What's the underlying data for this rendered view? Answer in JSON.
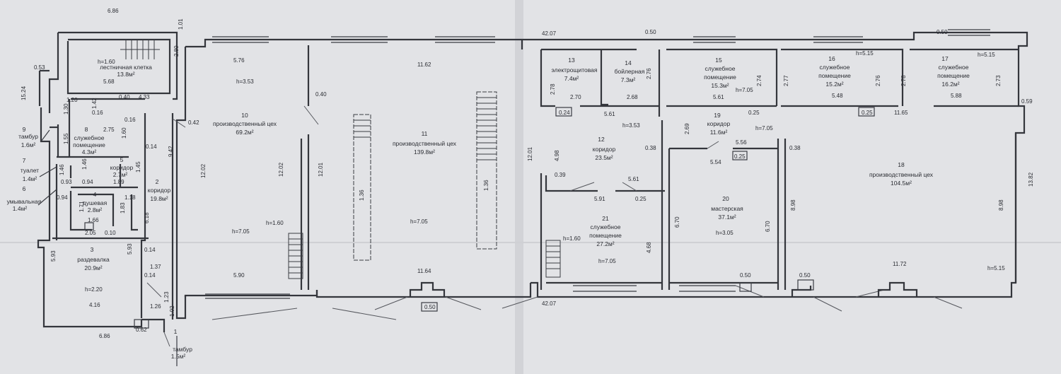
{
  "rooms": [
    {
      "num": "1",
      "name": "тамбур",
      "area": "1.5м²"
    },
    {
      "num": "2",
      "name": "коридор",
      "area": "19.8м²"
    },
    {
      "num": "3",
      "name": "раздевалка",
      "area": "20.9м²"
    },
    {
      "num": "4",
      "name": "душевая",
      "area": "2.8м²"
    },
    {
      "num": "5",
      "name": "коридор",
      "area": "2.7м²"
    },
    {
      "num": "6",
      "name": "умывальная",
      "area": "1.4м²"
    },
    {
      "num": "7",
      "name": "туалет",
      "area": "1.4м²"
    },
    {
      "num": "8",
      "name": "служебное помещение",
      "area": "4.3м²"
    },
    {
      "num": "9",
      "name": "тамбур",
      "area": "1.6м²"
    },
    {
      "num": "10",
      "name": "производственный цех",
      "area": "69.2м²"
    },
    {
      "num": "11",
      "name": "производственный цех",
      "area": "139.8м²"
    },
    {
      "num": "12",
      "name": "коридор",
      "area": "23.5м²"
    },
    {
      "num": "13",
      "name": "электрощитовая",
      "area": "7.4м²"
    },
    {
      "num": "14",
      "name": "бойлерная",
      "area": "7.3м²"
    },
    {
      "num": "15",
      "name": "служебное помещение",
      "area": "15.3м²"
    },
    {
      "num": "16",
      "name": "служебное помещение",
      "area": "15.2м²"
    },
    {
      "num": "17",
      "name": "служебное помещение",
      "area": "16.2м²"
    },
    {
      "num": "18",
      "name": "производственный цех",
      "area": "104.5м²"
    },
    {
      "num": "19",
      "name": "коридор",
      "area": "11.6м²"
    },
    {
      "num": "20",
      "name": "мастерская",
      "area": "37.1м²"
    },
    {
      "num": "21",
      "name": "служебное помещение",
      "area": "27.2м²"
    },
    {
      "num": "",
      "name": "лестничная клетка",
      "area": "13.8м²"
    }
  ],
  "dimensions": {
    "top_left_width": "6.86",
    "bottom_left_width": "6.86",
    "overall_top": "42.07",
    "overall_bottom": "42.07",
    "d_2_80": "2.80",
    "d_1_01": "1.01",
    "d_0_53": "0.53",
    "d_15_24": "15.24",
    "d_5_68": "5.68",
    "d_0_40": "0.40",
    "d_4_33": "4.33",
    "d_1_20": "1.20",
    "d_1_42": "1.42",
    "d_1_30": "1.30",
    "d_0_16a": "0.16",
    "d_0_16b": "0.16",
    "d_2_75": "2.75",
    "d_1_55": "1.55",
    "d_1_60": "1.60",
    "d_0_14": "0.14",
    "d_9_42": "9.42",
    "d_0_42": "0.42",
    "d_1_46a": "1.46",
    "d_1_46b": "1.46",
    "d_1_45": "1.45",
    "d_0_93": "0.93",
    "d_0_94a": "0.94",
    "d_1_89": "1.89",
    "d_0_94b": "0.94",
    "d_1_18": "1.18",
    "d_1_71": "1.71",
    "d_1_83": "1.83",
    "d_1_66": "1.66",
    "d_2_05": "2.05",
    "d_0_10": "0.10",
    "d_6_18": "6.18",
    "d_5_93a": "5.93",
    "d_5_93b": "5.93",
    "d_0_14b": "0.14",
    "d_1_37": "1.37",
    "d_0_14c": "0.14",
    "d_4_16": "4.16",
    "d_1_26": "1.26",
    "d_1_23": "1.23",
    "d_1_02": "1.02",
    "d_0_62": "0.62",
    "d_5_76": "5.76",
    "d_12_02a": "12.02",
    "d_12_02b": "12.02",
    "d_12_01": "12.01",
    "d_5_90": "5.90",
    "d_0_40b": "0.40",
    "d_11_62": "11.62",
    "d_11_64": "11.64",
    "d_0_50a": "0.50",
    "d_1_36a": "1.36",
    "d_1_36b": "1.36",
    "d_12_01b": "12.01",
    "d_4_98": "4.98",
    "d_0_50b": "0.50",
    "d_2_78a": "2.78",
    "d_2_70": "2.70",
    "d_0_24": "0.24",
    "d_2_76a": "2.76",
    "d_2_68": "2.68",
    "d_5_61a": "5.61",
    "d_5_61b": "5.61",
    "d_2_74": "2.74",
    "d_0_25a": "0.25",
    "d_2_77": "2.77",
    "d_5_48": "5.48",
    "d_2_76b": "2.76",
    "d_2_78b": "2.78",
    "d_0_25b": "0.25",
    "d_11_65": "11.65",
    "d_0_50c": "0.50",
    "d_5_88": "5.88",
    "d_2_73": "2.73",
    "d_0_59": "0.59",
    "d_2_69": "2.69",
    "d_5_56": "5.56",
    "d_0_38a": "0.38",
    "d_5_54": "5.54",
    "d_0_25c": "0.25",
    "d_0_38b": "0.38",
    "d_0_39": "0.39",
    "d_5_61c": "5.61",
    "d_5_91": "5.91",
    "d_0_25d": "0.25",
    "d_6_70a": "6.70",
    "d_6_70b": "6.70",
    "d_8_98a": "8.98",
    "d_8_98b": "8.98",
    "d_13_82": "13.82",
    "d_4_68": "4.68",
    "d_0_50d": "0.50",
    "d_0_50e": "0.50",
    "d_11_72": "11.72"
  },
  "heights": {
    "stair": "h=1.60",
    "room10": "h=3.53",
    "room10_floor": "h=7.05",
    "room11": "h=7.05",
    "stair10": "h=1.60",
    "room3": "h=2.20",
    "room15": "h=7.05",
    "room16": "h=5.15",
    "room17": "h=5.15",
    "room12": "h=3.53",
    "room19": "h=7.05",
    "room21_stair": "h=1.60",
    "room21": "h=7.05",
    "room20": "h=3.05",
    "room18": "h=5.15"
  }
}
